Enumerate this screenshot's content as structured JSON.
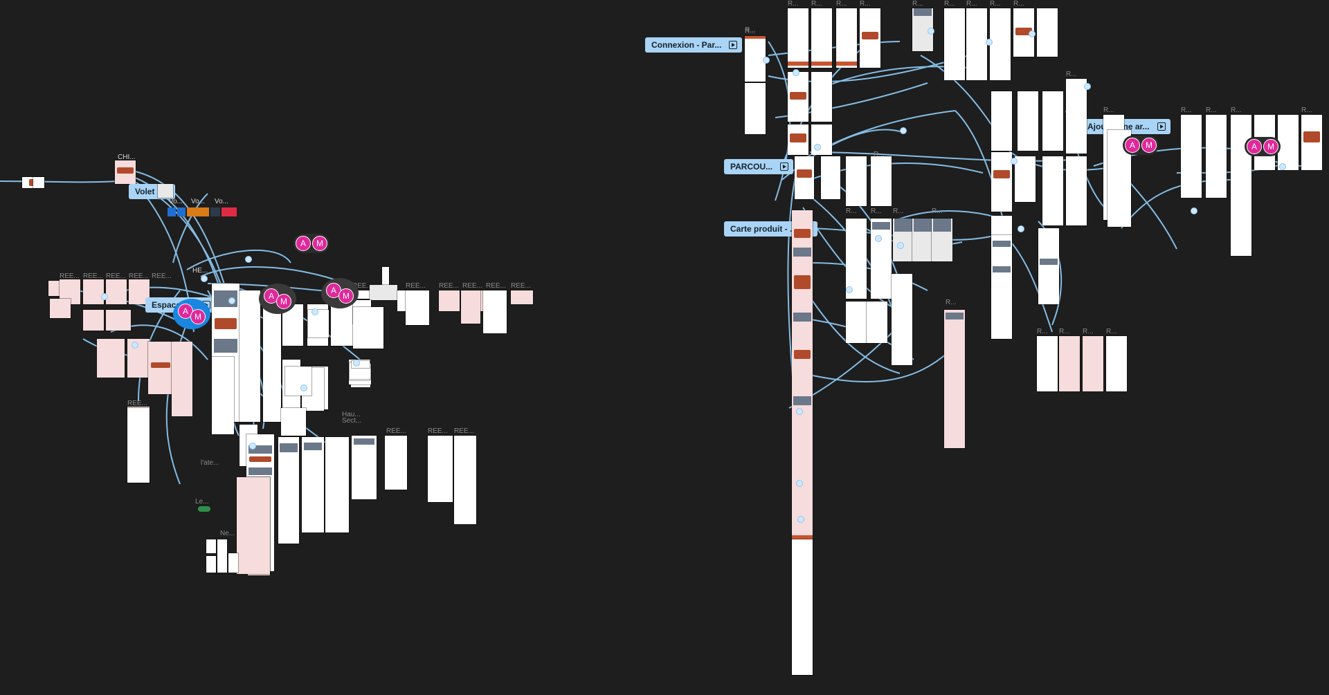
{
  "canvas": {
    "background": "#1e1e1e",
    "wire_color": "#8cc6f0",
    "accent_frame_color": "#c7542f"
  },
  "flow_labels": [
    {
      "id": "connexion",
      "label": "Connexion - Par..."
    },
    {
      "id": "ajout",
      "label": "Ajout d'une ar..."
    },
    {
      "id": "parcours",
      "label": "PARCOU..."
    },
    {
      "id": "carte",
      "label": "Carte produit - ..."
    },
    {
      "id": "volet",
      "label": "Volet"
    },
    {
      "id": "espace",
      "label": "Espace V..."
    }
  ],
  "avatars": [
    {
      "initials": [
        "A",
        "M"
      ]
    },
    {
      "initials": [
        "A",
        "M"
      ]
    },
    {
      "initials": [
        "A",
        "M"
      ]
    },
    {
      "initials": [
        "A",
        "M"
      ]
    },
    {
      "initials": [
        "A",
        "M"
      ]
    },
    {
      "initials": [
        "A",
        "M"
      ]
    }
  ],
  "left_cluster": {
    "frame_titles": [
      "REE...",
      "REE...",
      "REE...",
      "REE...",
      "REE...",
      "REE...",
      "REE...",
      "REE...",
      "REE...",
      "REE...",
      "REE..."
    ],
    "notes": [
      "l'ate...",
      "Le...",
      "Ne...",
      "Hau...",
      "Sect..."
    ],
    "component_labels": [
      "CHI...",
      "Vo...",
      "Vo...",
      "Vo...",
      "HE..."
    ],
    "swatches": [
      {
        "color": "#1f6fd1"
      },
      {
        "color": "#1f6fd1"
      },
      {
        "color": "#d97b17"
      },
      {
        "color": "#2d3a4a"
      },
      {
        "color": "#e02b45"
      }
    ]
  },
  "right_cluster": {
    "frame_titles": [
      "R...",
      "R...",
      "R...",
      "R...",
      "R...",
      "R...",
      "R...",
      "R...",
      "R...",
      "R...",
      "R...",
      "R...",
      "R...",
      "R...",
      "R...",
      "R..."
    ]
  }
}
